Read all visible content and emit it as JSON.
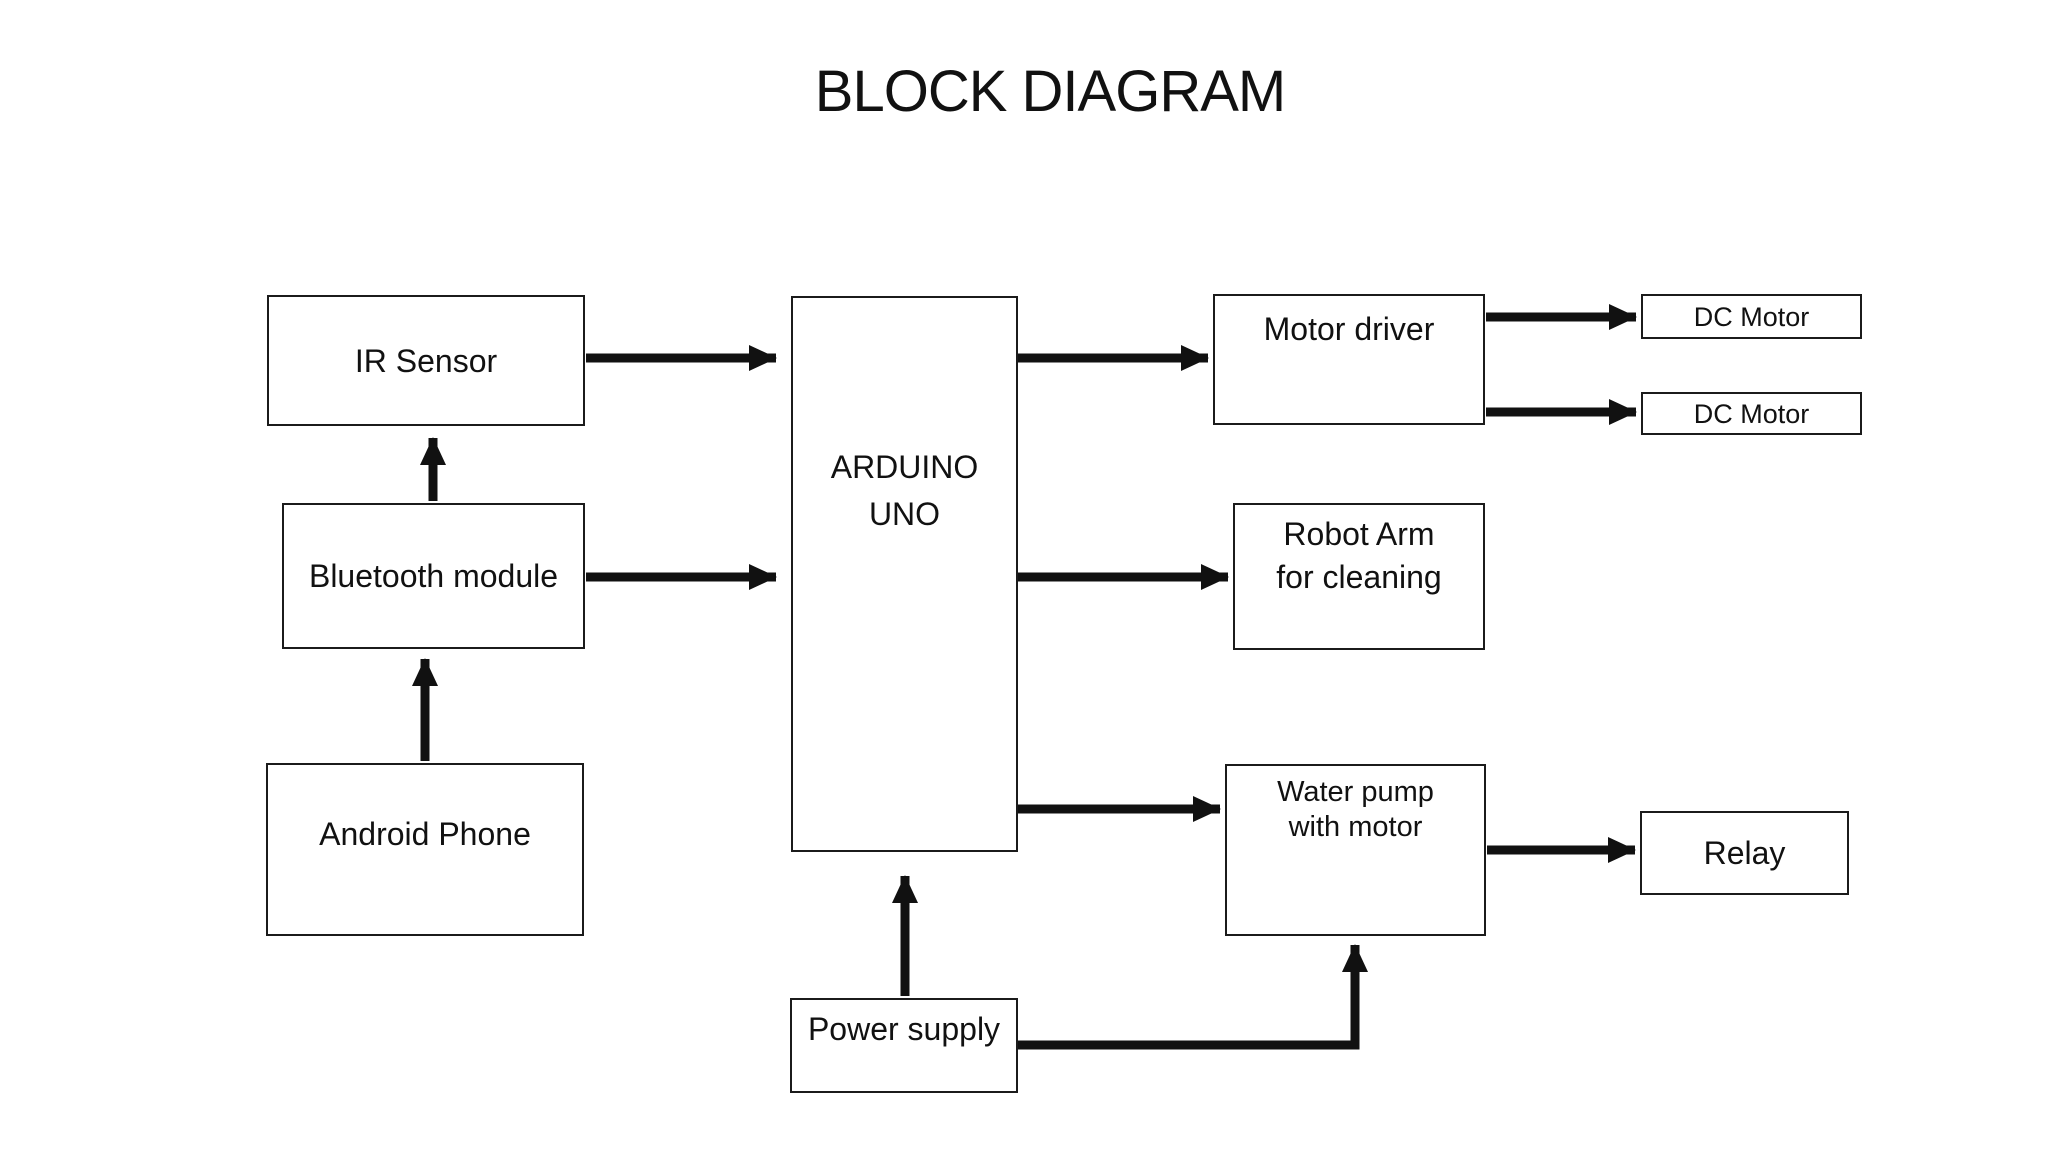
{
  "title": "BLOCK DIAGRAM",
  "colors": {
    "background": "#ffffff",
    "stroke": "#111111",
    "text": "#111111"
  },
  "blocks": {
    "ir_sensor": {
      "label": "IR Sensor"
    },
    "bluetooth_module": {
      "label": "Bluetooth module"
    },
    "android_phone": {
      "label": "Android Phone"
    },
    "arduino_uno": {
      "label": "ARDUINO\nUNO"
    },
    "motor_driver": {
      "label": "Motor driver"
    },
    "dc_motor_1": {
      "label": "DC Motor"
    },
    "dc_motor_2": {
      "label": "DC Motor"
    },
    "robot_arm": {
      "label": "Robot Arm\nfor cleaning"
    },
    "water_pump": {
      "label": "Water pump\nwith motor"
    },
    "relay": {
      "label": "Relay"
    },
    "power_supply": {
      "label": "Power supply"
    }
  },
  "connections": [
    {
      "from": "IR Sensor",
      "to": "ARDUINO UNO"
    },
    {
      "from": "Bluetooth module",
      "to": "ARDUINO UNO"
    },
    {
      "from": "Android Phone",
      "to": "Bluetooth module"
    },
    {
      "from": "Bluetooth module",
      "to": "IR Sensor"
    },
    {
      "from": "ARDUINO UNO",
      "to": "Motor driver"
    },
    {
      "from": "ARDUINO UNO",
      "to": "Robot Arm for cleaning"
    },
    {
      "from": "ARDUINO UNO",
      "to": "Water pump with motor"
    },
    {
      "from": "Motor driver",
      "to": "DC Motor (top)"
    },
    {
      "from": "Motor driver",
      "to": "DC Motor (bottom)"
    },
    {
      "from": "Water pump with motor",
      "to": "Relay"
    },
    {
      "from": "Power supply",
      "to": "ARDUINO UNO"
    },
    {
      "from": "Power supply",
      "to": "Water pump with motor"
    }
  ]
}
